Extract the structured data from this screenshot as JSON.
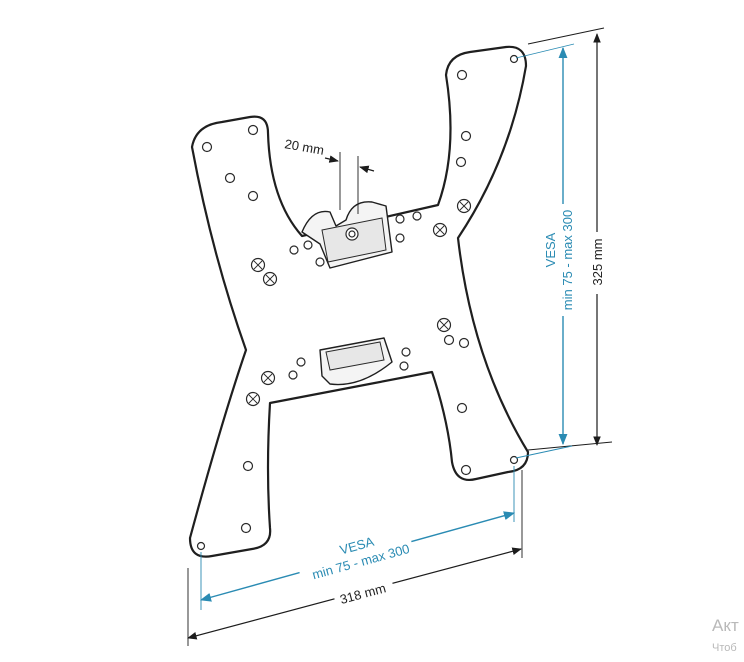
{
  "dimensions": {
    "gap": "20 mm",
    "height": "325 mm",
    "width": "318 mm",
    "vesa_vertical": {
      "line1": "VESA",
      "line2": "min 75 - max 300"
    },
    "vesa_horizontal": {
      "line1": "VESA",
      "line2": "min 75 - max 300"
    }
  },
  "colors": {
    "outline": "#1f1f1f",
    "dimension_blue": "#2a8bb3"
  },
  "watermark": {
    "line1": "Акт",
    "line2": "Чтоб"
  }
}
